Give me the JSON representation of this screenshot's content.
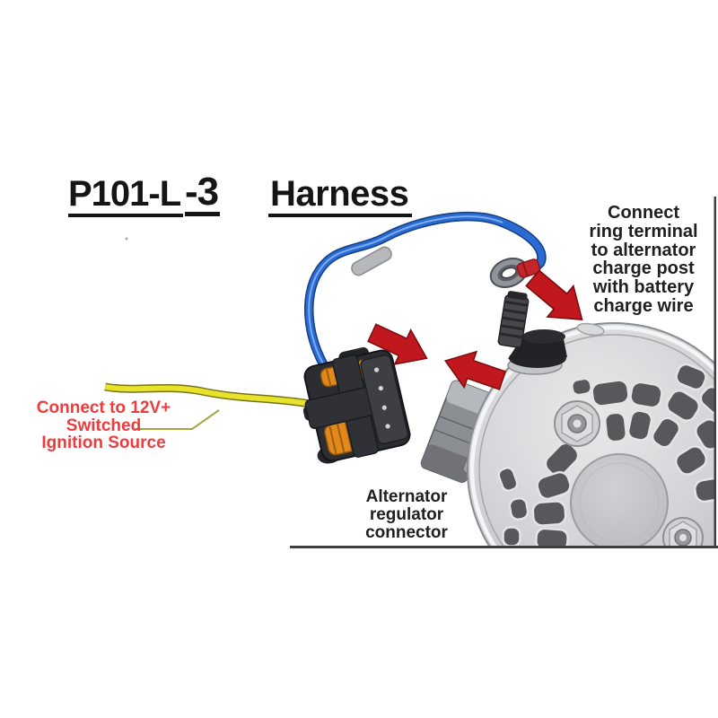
{
  "title": {
    "part_number": "P101-L",
    "suffix": "-3",
    "label": "Harness"
  },
  "annotations": {
    "charge_post": {
      "lines": [
        "Connect",
        "ring terminal",
        "to alternator",
        "charge post",
        "with battery",
        "charge wire"
      ]
    },
    "ignition": {
      "lines": [
        "Connect to 12V+",
        "Switched",
        "Ignition Source"
      ]
    },
    "regulator": {
      "lines": [
        "Alternator",
        "regulator",
        "connector"
      ]
    }
  },
  "colors": {
    "annotation_text": "#1f1f1f",
    "ignition_text": "#ee3b3d",
    "arrow_red": "#c1181d",
    "wire_blue": "#2a6ad4",
    "wire_yellow": "#e9e22b",
    "seal_orange": "#e2891c",
    "alternator_gray": "#ccced1",
    "frame_line": "#3f3f42"
  }
}
